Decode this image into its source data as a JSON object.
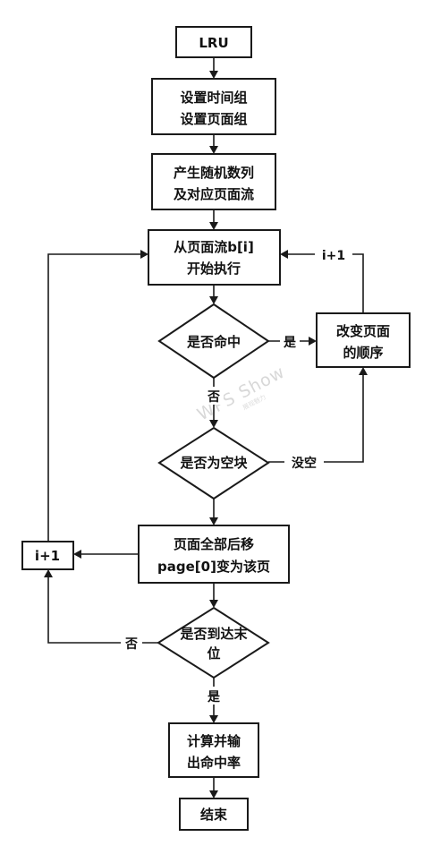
{
  "nodes": {
    "start": "LRU",
    "setup_1": "设置时间组",
    "setup_2": "设置页面组",
    "gen_1": "产生随机数列",
    "gen_2": "及对应页面流",
    "stream_1": "从页面流b[i]",
    "stream_2": "开始执行",
    "hit": "是否命中",
    "change_1": "改变页面",
    "change_2": "的顺序",
    "empty": "是否为空块",
    "shift_1": "页面全部后移",
    "shift_2": "page[0]变为该页",
    "inc_left": "i+1",
    "end_check_1": "是否到达末",
    "end_check_2": "位",
    "calc_1": "计算并输",
    "calc_2": "出命中率",
    "finish": "结束"
  },
  "edge_labels": {
    "hit_yes": "是",
    "hit_no": "否",
    "empty_no": "没空",
    "loop_inc": "i+1",
    "end_no": "否",
    "end_yes": "是"
  },
  "watermark": {
    "main": "WPS Show",
    "sub": "展现魅力"
  }
}
